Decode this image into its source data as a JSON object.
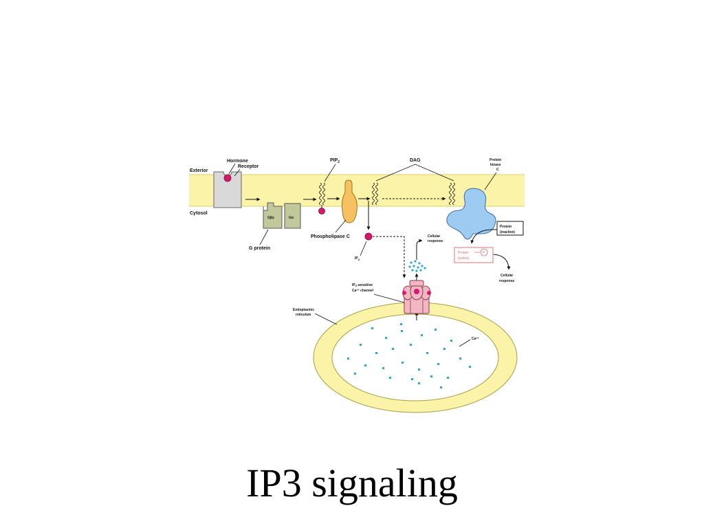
{
  "slide": {
    "title": "IP3 signaling"
  },
  "colors": {
    "membrane": "#fbf3a8",
    "membrane_edge": "#d8cf6c",
    "receptor": "#d9d9d9",
    "g_protein": "#c2c79c",
    "phospholipase": "#f6c261",
    "pkc": "#9ecbf2",
    "ligand": "#d6196b",
    "calcium": "#29a8d2",
    "channel": "#f3b6c3",
    "active_protein": "#e0707a"
  },
  "labels": {
    "exterior": "Exterior",
    "cytosol": "Cytosol",
    "hormone": "Hormone",
    "receptor": "Receptor",
    "g_protein": "G protein",
    "g_beta_gamma": "Gβγ",
    "g_alpha": "Gα",
    "pip2": "PIP",
    "pip2_sub": "2",
    "phospholipase_c": "Phospholipase C",
    "ip3": "IP",
    "ip3_sub": "3",
    "dag": "DAG",
    "pkc_line1": "Protein",
    "pkc_line2": "kinase",
    "pkc_line3": "C",
    "protein_inactive_line1": "Protein",
    "protein_inactive_line2": "(inactive)",
    "protein_active_line1": "Protein",
    "protein_active_line2": "(active)",
    "phospho": "P",
    "cellular_response_1_line1": "Cellular",
    "cellular_response_1_line2": "response",
    "cellular_response_2_line1": "Cellular",
    "cellular_response_2_line2": "response",
    "channel_line1": "IP",
    "channel_sub": "3",
    "channel_line1_rest": "-sensitive",
    "channel_line2": "Ca²⁺ channel",
    "er_line1": "Endoplasmic",
    "er_line2": "reticulum",
    "calcium": "Ca²⁺"
  }
}
